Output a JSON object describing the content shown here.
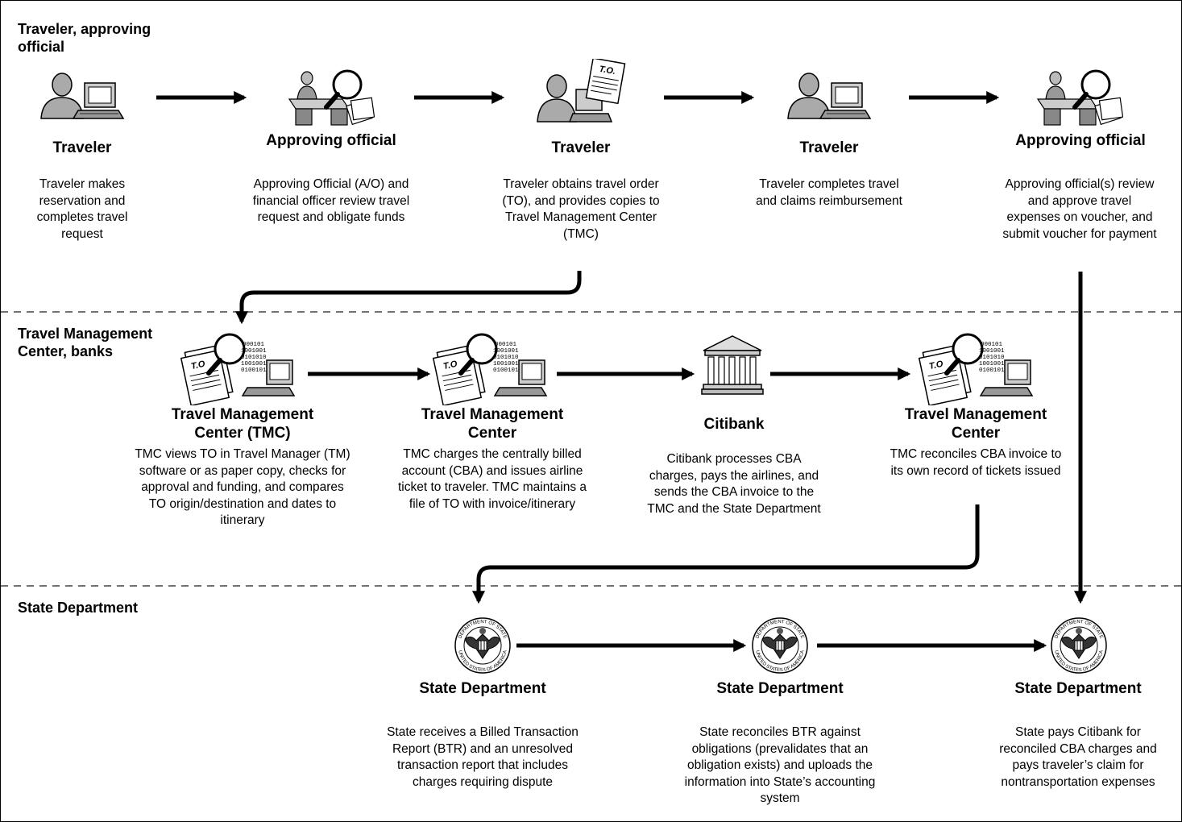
{
  "lanes": {
    "lane1": "Traveler, approving official",
    "lane2": "Travel Management Center, banks",
    "lane3": "State Department"
  },
  "row1": [
    {
      "icon": "traveler-computer-icon",
      "title": "Traveler",
      "desc": "Traveler makes reservation and completes travel request"
    },
    {
      "icon": "approving-official-icon",
      "title": "Approving official",
      "desc": "Approving Official (A/O) and financial officer review travel request and obligate funds"
    },
    {
      "icon": "traveler-travel-order-icon",
      "title": "Traveler",
      "desc": "Traveler obtains travel order (TO), and provides copies to Travel Management Center (TMC)"
    },
    {
      "icon": "traveler-computer-icon",
      "title": "Traveler",
      "desc": "Traveler completes travel and claims reimbursement"
    },
    {
      "icon": "approving-official-icon",
      "title": "Approving official",
      "desc": "Approving official(s) review and approve travel expenses on voucher, and submit voucher for payment"
    }
  ],
  "row2": [
    {
      "icon": "tmc-document-computer-icon",
      "title": "Travel Management Center (TMC)",
      "desc": "TMC views TO in Travel Manager (TM) software or as paper copy, checks for approval and funding, and compares TO origin/destination and dates to itinerary"
    },
    {
      "icon": "tmc-document-computer-icon",
      "title": "Travel Management Center",
      "desc": "TMC charges the centrally billed account (CBA) and issues airline ticket to traveler.  TMC maintains a file of TO with invoice/itinerary"
    },
    {
      "icon": "bank-building-icon",
      "title": "Citibank",
      "desc": "Citibank processes CBA charges, pays the airlines, and sends the CBA invoice to the TMC and the State Department"
    },
    {
      "icon": "tmc-document-computer-icon",
      "title": "Travel Management Center",
      "desc": "TMC reconciles CBA invoice to its own record of tickets issued"
    }
  ],
  "row3": [
    {
      "icon": "department-of-state-seal-icon",
      "title": "State Department",
      "desc": "State receives a Billed Transaction Report (BTR) and an unresolved transaction report that includes charges requiring dispute"
    },
    {
      "icon": "department-of-state-seal-icon",
      "title": "State Department",
      "desc": "State reconciles BTR against obligations (prevalidates that an obligation exists) and uploads the information into State’s accounting system"
    },
    {
      "icon": "department-of-state-seal-icon",
      "title": "State Department",
      "desc": "State pays Citibank for reconciled CBA charges and pays traveler’s claim for nontransportation expenses"
    }
  ],
  "icon_texts": {
    "travel_order": "T.O.",
    "to_short": "T.O",
    "binary": [
      "000101",
      "1001001",
      "0101010",
      "1001001",
      "0100101"
    ],
    "seal_ring_top": "DEPARTMENT OF STATE",
    "seal_ring_bottom": "UNITED STATES OF AMERICA"
  }
}
